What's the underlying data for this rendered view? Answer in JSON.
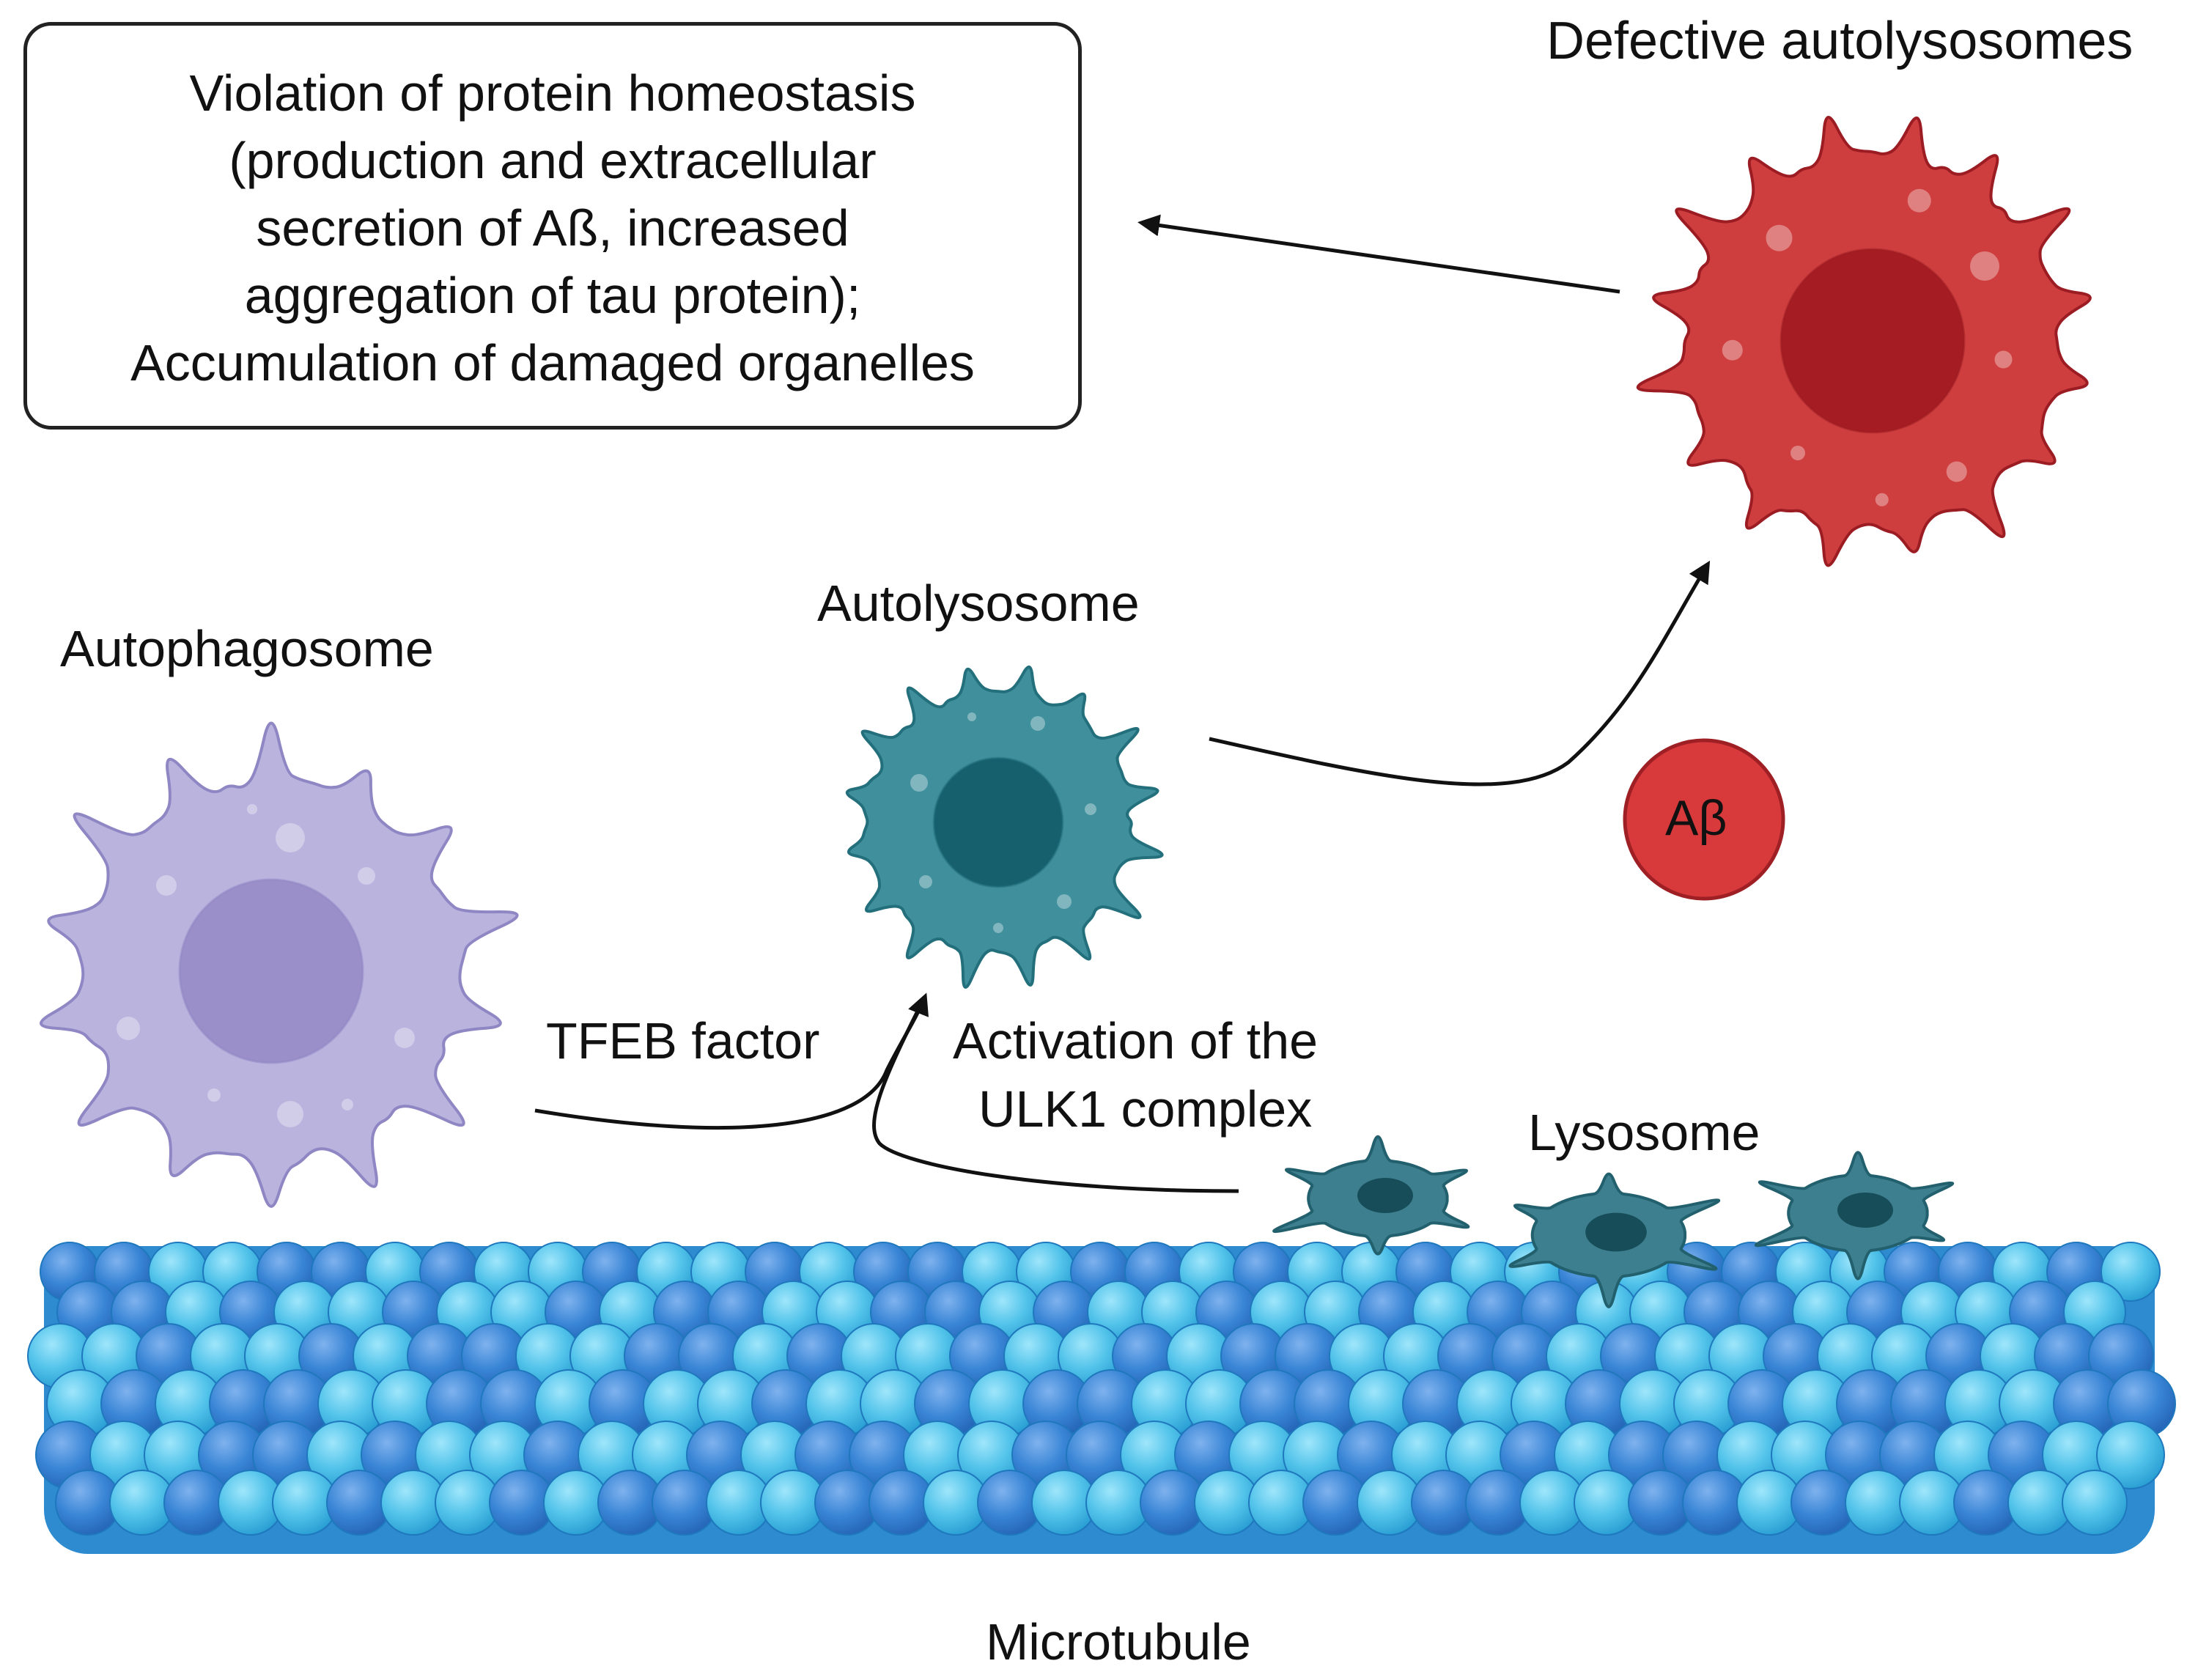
{
  "outcome": {
    "lines": [
      "Violation of protein homeostasis",
      "(production and extracellular",
      "secretion of Aß, increased",
      "aggregation of tau protein);",
      "Accumulation of damaged organelles"
    ]
  },
  "labels": {
    "defective": "Defective autolysosomes",
    "autophagosome": "Autophagosome",
    "autolysosome": "Autolysosome",
    "abeta": "Aβ",
    "tfeb": "TFEB factor",
    "ulk1_line1": "Activation of the",
    "ulk1_line2": "ULK1 complex",
    "lysosome": "Lysosome",
    "microtubule": "Microtubule"
  },
  "colors": {
    "autophagosome_body": "#b9b3de",
    "autophagosome_nucleus": "#9a8fc9",
    "autolysosome_body": "#3f8f9c",
    "autolysosome_nucleus": "#15606c",
    "defective_body": "#cf3e3e",
    "defective_nucleus": "#a51d22",
    "abeta_fill": "#d8393b",
    "lysosome_body": "#3d7f8e",
    "microtubule_light": "#52c3ea",
    "microtubule_dark": "#3a86d6",
    "arrow": "#111111"
  }
}
